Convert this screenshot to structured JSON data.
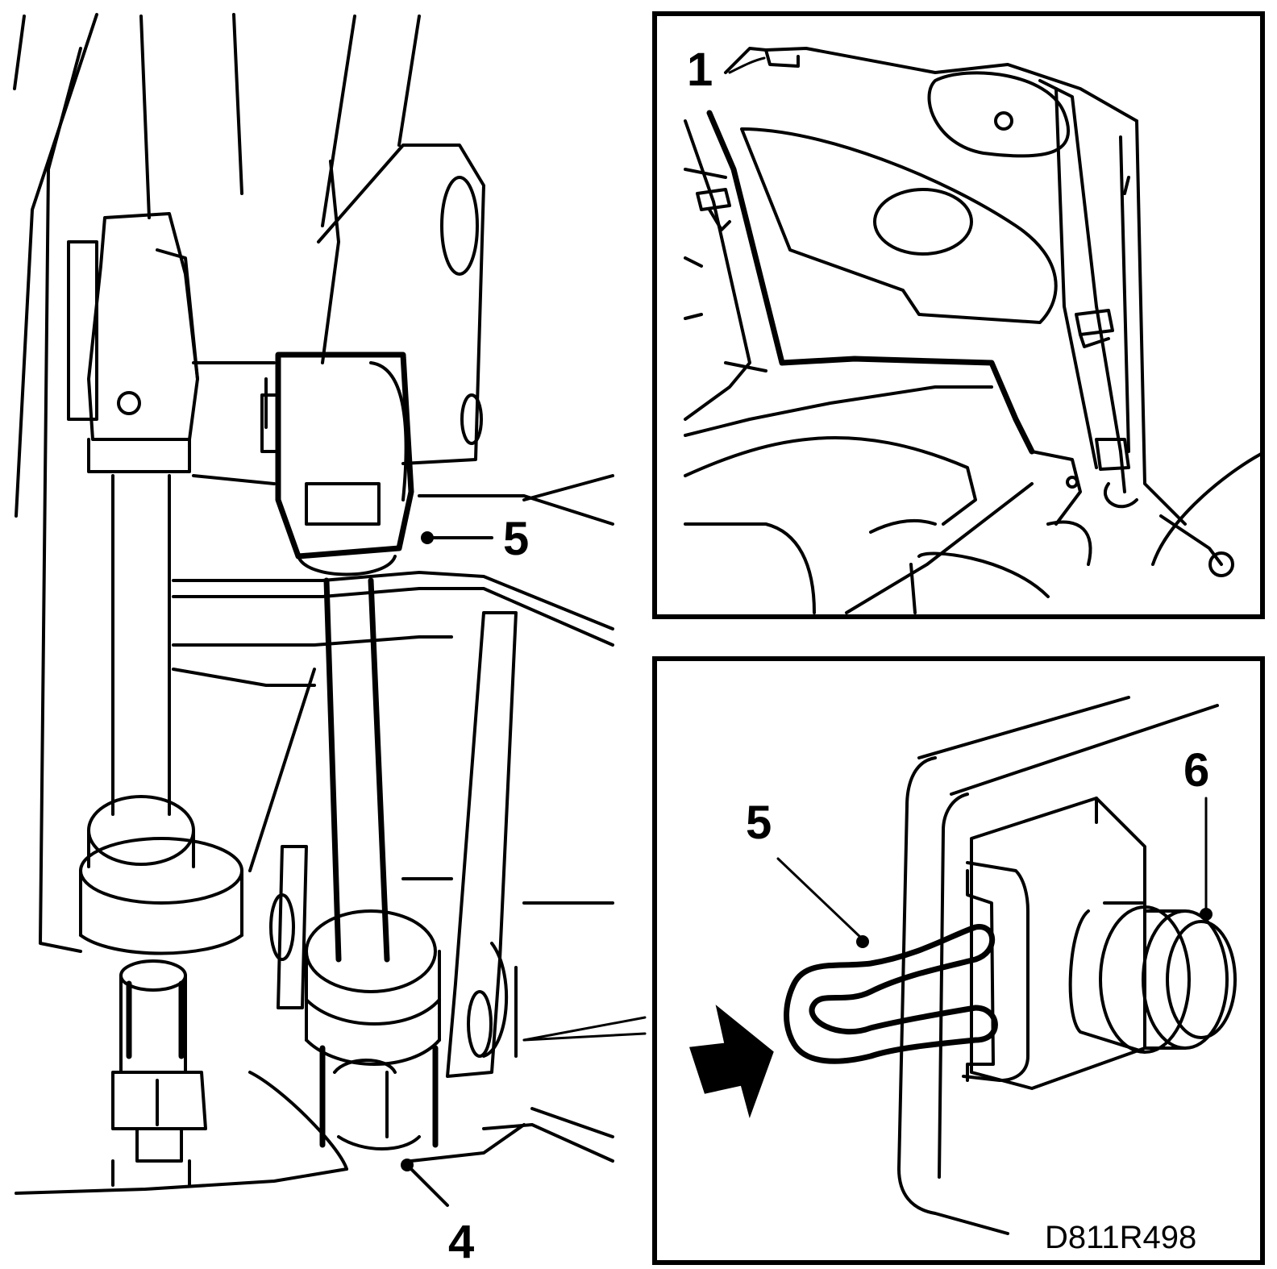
{
  "callouts": {
    "main": {
      "label_5": "5",
      "label_4": "4"
    },
    "top_inset": {
      "label_1": "1"
    },
    "bottom_inset": {
      "label_5": "5",
      "label_6": "6"
    }
  },
  "figure_code": "D811R498",
  "colors": {
    "line": "#000000",
    "background": "#ffffff"
  },
  "icons": {
    "direction_arrow": "filled-arrow-right-icon"
  }
}
